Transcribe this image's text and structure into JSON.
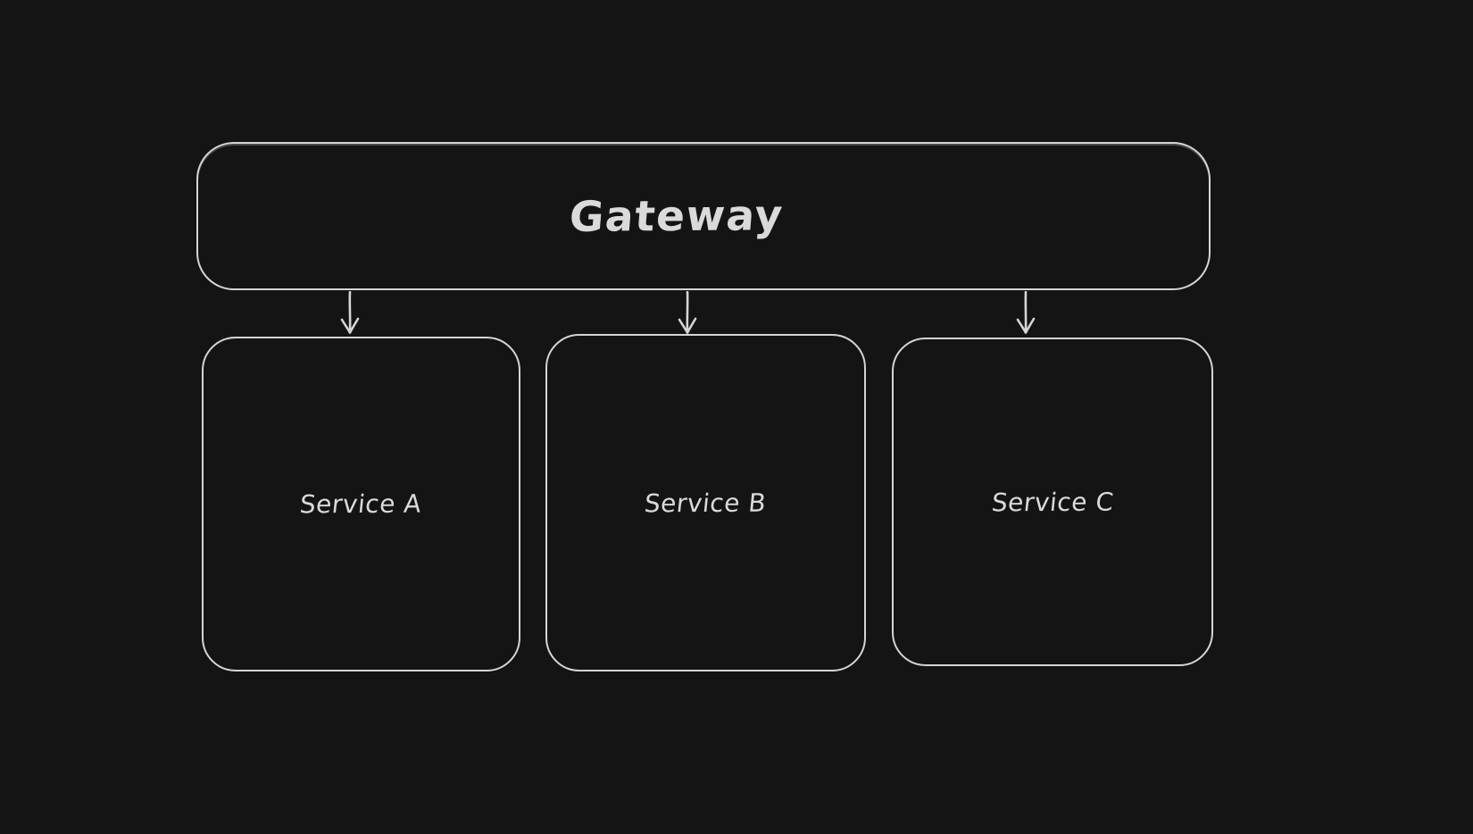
{
  "canvas": {
    "background": "#141414"
  },
  "colors": {
    "background": "#141414",
    "stroke": "#d5d5d5",
    "text": "#dadada"
  },
  "nodes": {
    "gateway": {
      "id": "gateway",
      "label": "Gateway"
    },
    "services": [
      {
        "id": "service-a",
        "label": "Service A"
      },
      {
        "id": "service-b",
        "label": "Service B"
      },
      {
        "id": "service-c",
        "label": "Service C"
      }
    ]
  },
  "edges": [
    {
      "from": "gateway",
      "to": "service-a",
      "direction": "down",
      "arrowhead": "chevron"
    },
    {
      "from": "gateway",
      "to": "service-b",
      "direction": "down",
      "arrowhead": "chevron"
    },
    {
      "from": "gateway",
      "to": "service-c",
      "direction": "down",
      "arrowhead": "chevron"
    }
  ]
}
